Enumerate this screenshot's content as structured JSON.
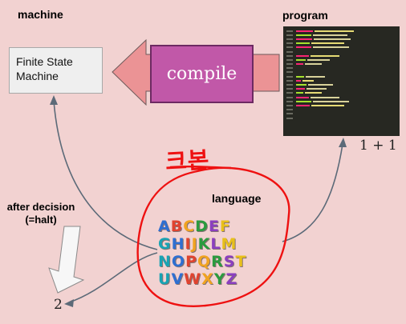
{
  "labels": {
    "machine": "machine",
    "program": "program",
    "language": "language",
    "after_decision_line1": "after decision",
    "after_decision_line2": "(=halt)",
    "korean": "크본",
    "one_plus_one": "1 + 1",
    "two": "2"
  },
  "boxes": {
    "fsm_line1": "Finite State",
    "fsm_line2": "Machine",
    "compile": "compile"
  },
  "alphabet_rows": [
    [
      "A",
      "B",
      "C",
      "D",
      "E",
      "F"
    ],
    [
      "G",
      "H",
      "I",
      "J",
      "K",
      "L",
      "M"
    ],
    [
      "N",
      "O",
      "P",
      "Q",
      "R",
      "S",
      "T"
    ],
    [
      "U",
      "V",
      "W",
      "X",
      "Y",
      "Z"
    ]
  ],
  "letter_colors": [
    "#2f6fd1",
    "#e0432f",
    "#f0a321",
    "#2b9b3f",
    "#8b3fbf",
    "#e8c01b",
    "#19a3b3"
  ],
  "code": {
    "numbered_lines": 22
  }
}
